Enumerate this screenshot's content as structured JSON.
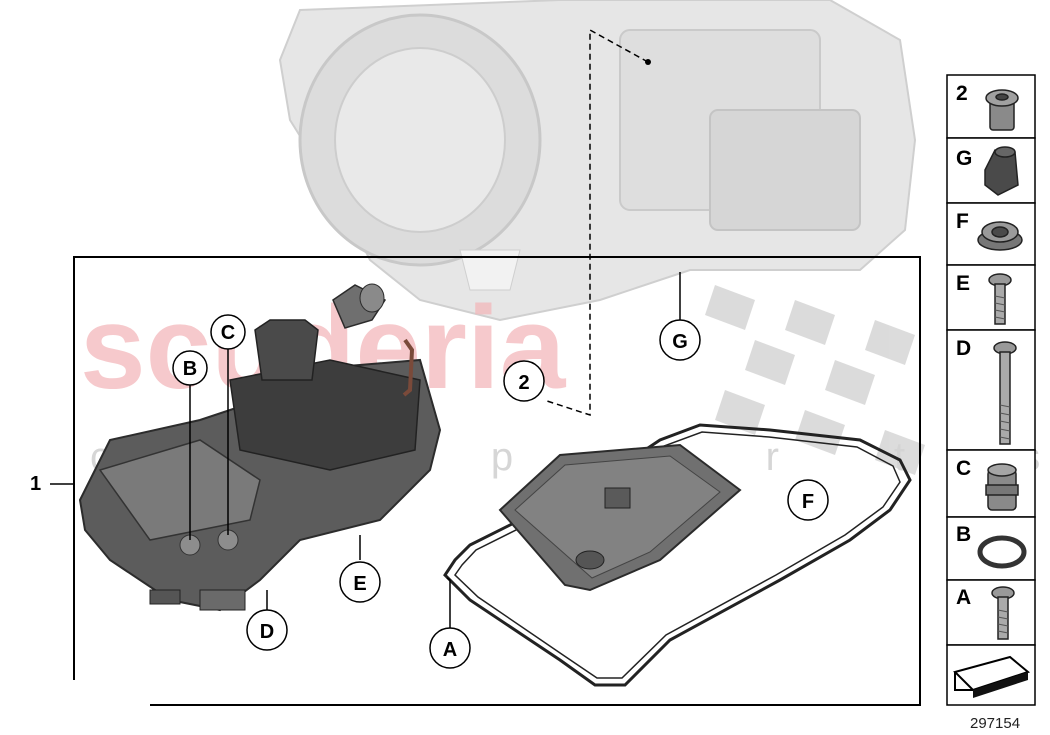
{
  "diagram": {
    "id_number": "297154",
    "main_group_label": "1",
    "callouts": [
      "A",
      "B",
      "C",
      "D",
      "E",
      "F",
      "G",
      "2"
    ],
    "legend": [
      "2",
      "G",
      "F",
      "E",
      "D",
      "C",
      "B",
      "A"
    ]
  },
  "watermark": {
    "brand": "scuderia",
    "subtitle": "c a r   p a r t s"
  },
  "colors": {
    "line": "#000000",
    "part_gray": "#6b6b6b",
    "ghost_gray": "#d9d9d9",
    "watermark_red": "#f3b8bb"
  }
}
